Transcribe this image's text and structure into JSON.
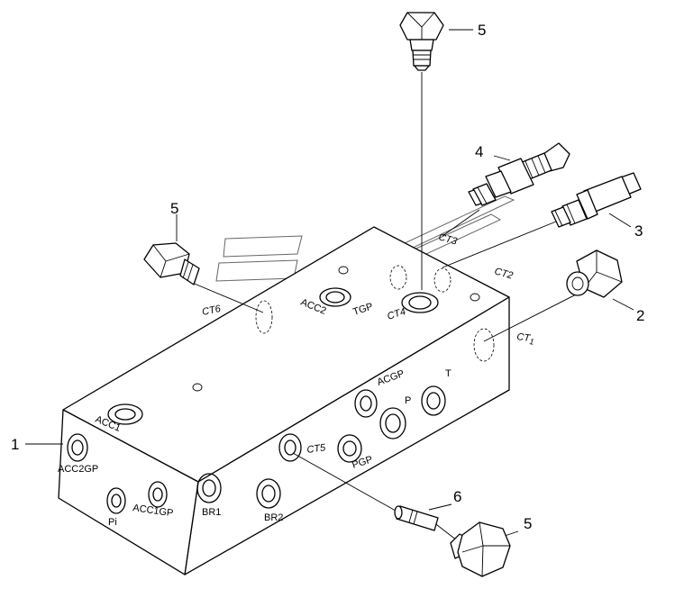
{
  "callouts": {
    "c1": "1",
    "c2": "2",
    "c3": "3",
    "c4": "4",
    "c5_top": "5",
    "c5_left": "5",
    "c5_bottom": "5",
    "c6": "6"
  },
  "ports": {
    "acc1": "ACC1",
    "acc2": "ACC2",
    "acc2gp": "ACC2GP",
    "acc1gp": "ACC1GP",
    "pi": "Pi",
    "br1": "BR1",
    "br2": "BR2",
    "pgp": "PGP",
    "p": "P",
    "t": "T",
    "acgp": "ACGP",
    "tgp": "TGP",
    "ct1": "CT",
    "ct1_sub": "1",
    "ct2": "CT2",
    "ct3": "CT3",
    "ct4": "CT4",
    "ct5": "CT5",
    "ct6": "CT6"
  }
}
